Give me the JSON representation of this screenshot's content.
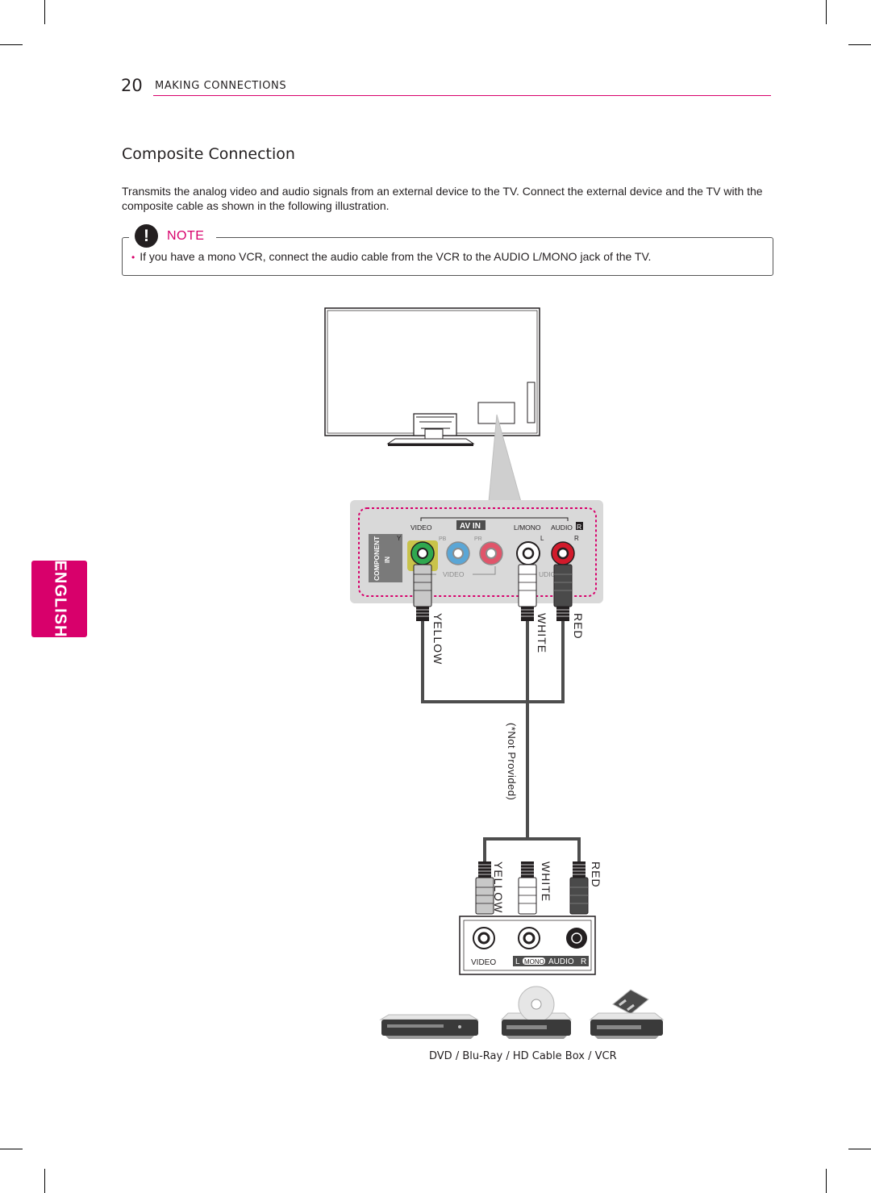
{
  "header": {
    "page_number": "20",
    "section": "MAKING CONNECTIONS"
  },
  "title": "Composite Connection",
  "intro": "Transmits the analog video and audio signals from an external device to the TV. Connect the external device and the TV with the composite cable as shown in the following illustration.",
  "note": {
    "label": "NOTE",
    "icon": "exclamation-icon",
    "items": [
      "If you have a mono VCR, connect the audio cable from the VCR to the AUDIO L/MONO jack of the TV."
    ]
  },
  "side_tab": {
    "label": "ENGLISH"
  },
  "tv_panel": {
    "video": "VIDEO",
    "av_in": "AV IN",
    "l_mono": "L/MONO",
    "audio": "AUDIO",
    "r": "R",
    "component": "COMPONENT",
    "in": "IN",
    "y": "Y",
    "pb": "PB",
    "pr": "PR",
    "l": "L",
    "video_sub": "VIDEO",
    "audio_sub": "UDIO"
  },
  "cable_colors": {
    "yellow": "YELLOW",
    "white": "WHITE",
    "red": "RED"
  },
  "not_provided": "(*Not Provided)",
  "device_panel": {
    "video": "VIDEO",
    "l": "L",
    "mono": "MONO",
    "audio": "AUDIO",
    "r": "R"
  },
  "devices_caption": "DVD / Blu-Ray / HD Cable Box / VCR",
  "colors": {
    "accent": "#d8006b",
    "video_jack": "#2fa84f",
    "pb_jack": "#5aa6d6",
    "pr_jack": "#e0556a",
    "red_jack": "#d21a2b"
  }
}
